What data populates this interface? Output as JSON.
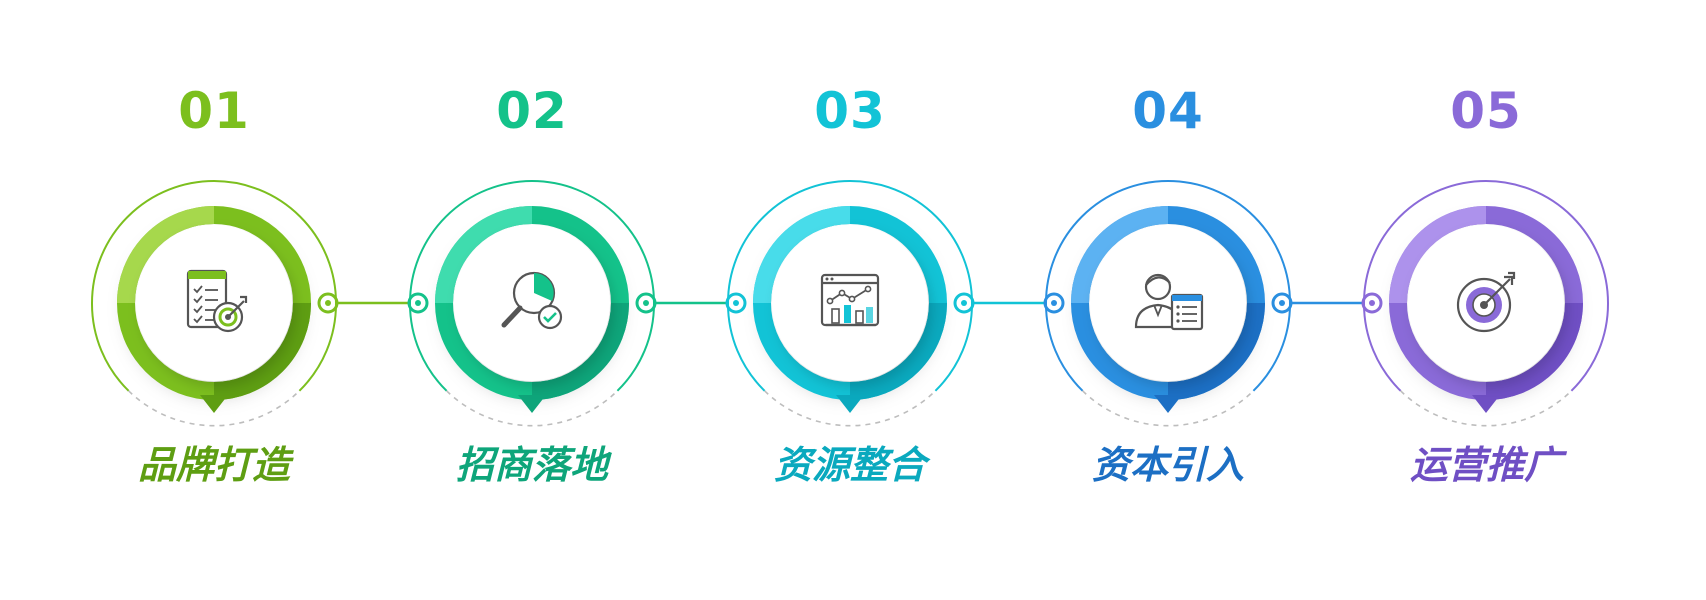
{
  "steps": [
    {
      "number": "01",
      "title": "品牌打造",
      "icon": "brand-target-checklist-icon",
      "colors": {
        "main": "#7cbf1e",
        "dark": "#5e9e12",
        "light": "#a6d84c"
      }
    },
    {
      "number": "02",
      "title": "招商落地",
      "icon": "magnifier-check-icon",
      "colors": {
        "main": "#14c28a",
        "dark": "#0ea57a",
        "light": "#3fdcae"
      }
    },
    {
      "number": "03",
      "title": "资源整合",
      "icon": "analytics-chart-icon",
      "colors": {
        "main": "#12c3d6",
        "dark": "#0aa9be",
        "light": "#48dcea"
      }
    },
    {
      "number": "04",
      "title": "资本引入",
      "icon": "investor-document-icon",
      "colors": {
        "main": "#2a8fe0",
        "dark": "#1c6fc4",
        "light": "#5cb2f2"
      }
    },
    {
      "number": "05",
      "title": "运营推广",
      "icon": "bullseye-target-icon",
      "colors": {
        "main": "#8a6ad8",
        "dark": "#6f4fc4",
        "light": "#ad92ec"
      }
    }
  ]
}
